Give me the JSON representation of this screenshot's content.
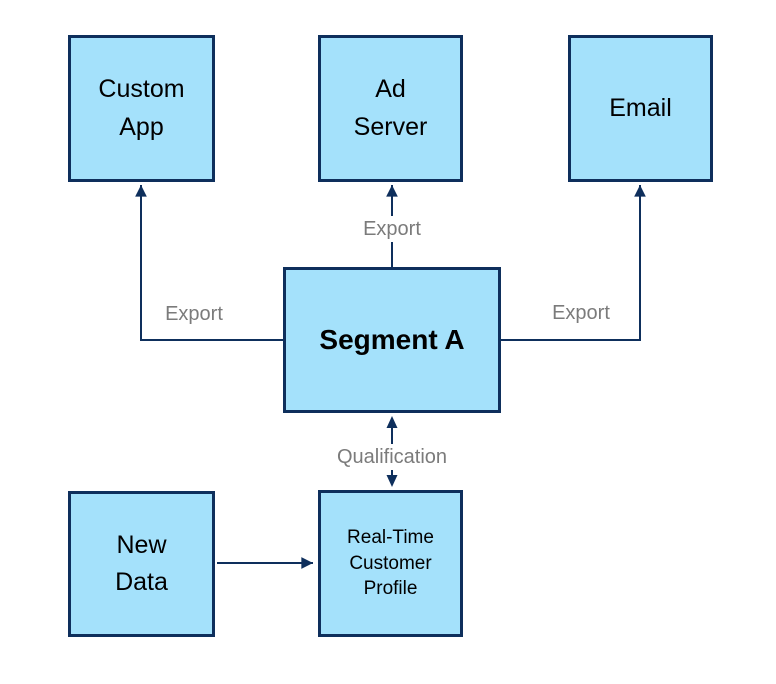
{
  "diagram": {
    "nodes": {
      "custom_app": {
        "label": "Custom\nApp"
      },
      "ad_server": {
        "label": "Ad\nServer"
      },
      "email": {
        "label": "Email"
      },
      "segment_a": {
        "label": "Segment A"
      },
      "new_data": {
        "label": "New\nData"
      },
      "real_time_customer_profile": {
        "label": "Real-Time\nCustomer\nProfile"
      }
    },
    "edge_labels": {
      "export_to_custom_app": "Export",
      "export_to_ad_server": "Export",
      "export_to_email": "Export",
      "qualification": "Qualification"
    },
    "colors": {
      "node_fill": "#a4e1fb",
      "node_border": "#0e2f5c",
      "connector": "#0e2f5c",
      "edge_label_text": "#7b7b7b",
      "node_text": "#000000",
      "background": "#ffffff"
    }
  }
}
